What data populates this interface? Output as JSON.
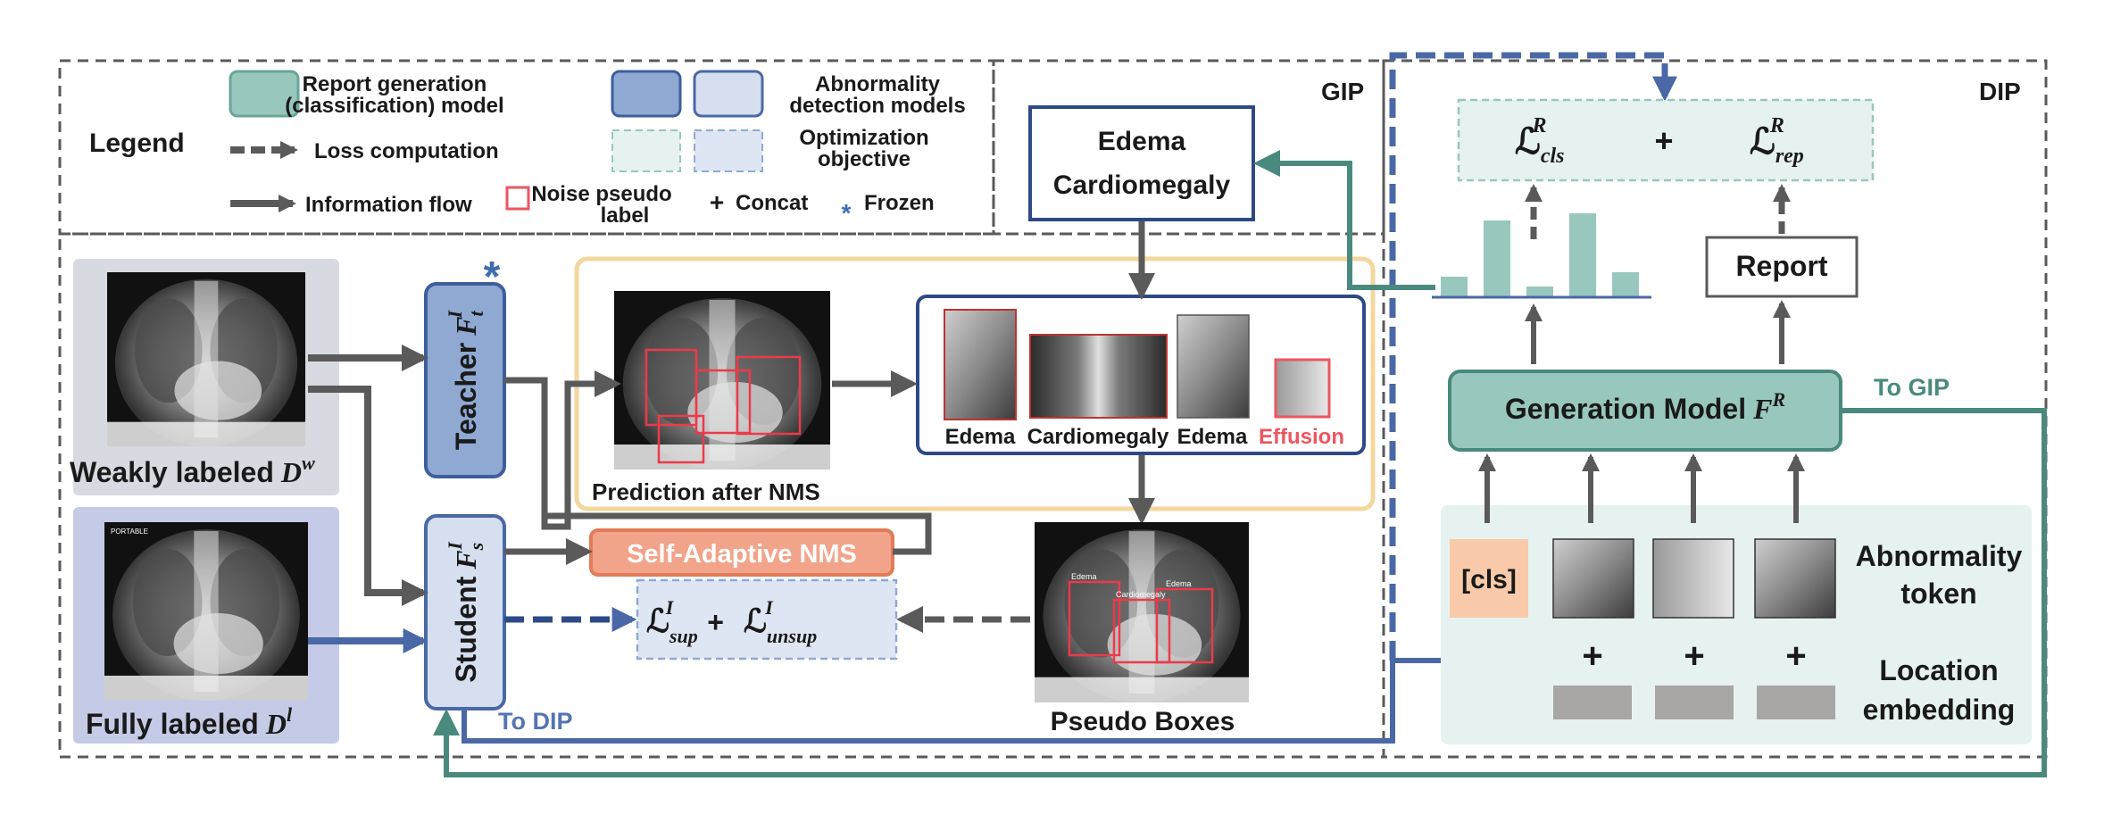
{
  "legend": {
    "title": "Legend",
    "report_model_line1": "Report generation",
    "report_model_line2": "(classification) model",
    "abnormality_models_line1": "Abnormality",
    "abnormality_models_line2": "detection models",
    "loss_computation": "Loss computation",
    "optimization_line1": "Optimization",
    "optimization_line2": "objective",
    "information_flow": "Information flow",
    "noise_line1": "Noise pseudo",
    "noise_line2": "label",
    "concat_symbol": "+",
    "concat": "Concat",
    "frozen_symbol": "*",
    "frozen": "Frozen"
  },
  "sections": {
    "gip": "GIP",
    "dip": "DIP"
  },
  "datasets": {
    "weak": {
      "label": "Weakly labeled",
      "symbol": "D",
      "sup": "w"
    },
    "full": {
      "label": "Fully labeled",
      "symbol": "D",
      "sup": "l"
    },
    "full_image_text": "PORTABLE"
  },
  "teacher": {
    "label": "Teacher",
    "symbol": "F",
    "sub": "t",
    "sup": "I",
    "frozen_mark": "*"
  },
  "student": {
    "label": "Student",
    "symbol": "F",
    "sub": "s",
    "sup": "I"
  },
  "prediction_caption": "Prediction after NMS",
  "crops": [
    {
      "label": "Edema",
      "noise": false
    },
    {
      "label": "Cardiomegaly",
      "noise": false
    },
    {
      "label": "Edema",
      "noise": true
    },
    {
      "label": "Effusion",
      "noise": true
    }
  ],
  "weak_labels": {
    "line1": "Edema",
    "line2": "Cardiomegaly"
  },
  "self_adaptive_nms": "Self-Adaptive NMS",
  "loss_gip": {
    "sup_sub": "sup",
    "unsup_sub": "unsup",
    "sup": "I",
    "plus": "+"
  },
  "pseudo": {
    "caption": "Pseudo Boxes",
    "box_labels": [
      "Edema",
      "Cardiomegaly",
      "Edema"
    ]
  },
  "to_dip": "To DIP",
  "to_gip": "To GIP",
  "dip": {
    "loss_cls_sub": "cls",
    "loss_rep_sub": "rep",
    "loss_sup": "R",
    "plus": "+",
    "report": "Report",
    "generation_model_text": "Generation Model",
    "generation_model_symbol": "F",
    "generation_model_sup": "R",
    "cls_token": "[cls]",
    "abnormality_token_line1": "Abnormality",
    "abnormality_token_line2": "token",
    "location_line1": "Location",
    "location_line2": "embedding",
    "concat_symbols": [
      "+",
      "+",
      "+"
    ],
    "bar_values": [
      0.22,
      0.85,
      0.11,
      0.93,
      0.27
    ]
  },
  "colors": {
    "teal": "#98c7bd",
    "teal_dark": "#4a8a7e",
    "blue_fill": "#8fa9d3",
    "blue_dark": "#4a68a6",
    "light_blue": "#d6dff0",
    "orange_fill": "#f2a48a",
    "orange_stroke": "#e27b57",
    "noise_red": "#ec5560",
    "gray_arrow": "#5a5a5a",
    "yellow_border": "#f3d79e"
  }
}
